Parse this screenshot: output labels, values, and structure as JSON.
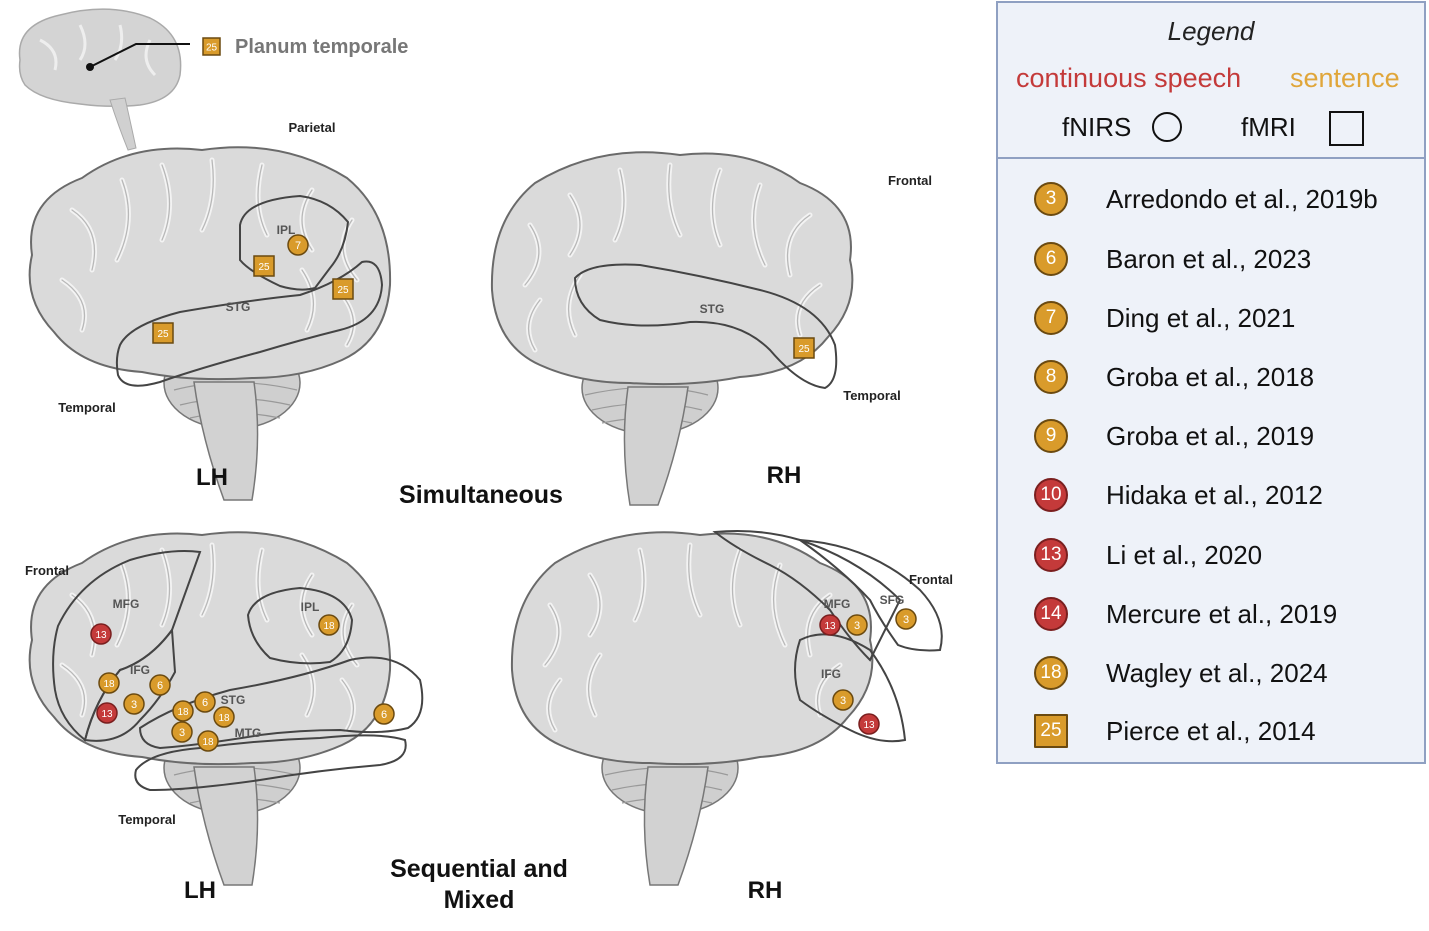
{
  "colors": {
    "continuous_speech": "#c43a3a",
    "sentence": "#d99b2b",
    "brain_fill": "#d8d8d8",
    "brain_outline": "#555555",
    "region_outline": "#444444",
    "legend_bg": "#eef2f9",
    "legend_border": "#8fa0c2"
  },
  "inset": {
    "label": "Planum temporale",
    "marker": {
      "number": "25",
      "shape": "square",
      "condition": "sentence"
    }
  },
  "panels": {
    "simultaneous": {
      "title": "Simultaneous",
      "lh": {
        "hemisphere_label": "LH",
        "lobe_labels": [
          "Parietal",
          "Temporal"
        ],
        "region_labels": [
          "IPL",
          "STG"
        ],
        "markers": [
          {
            "number": "7",
            "shape": "circle",
            "condition": "sentence",
            "region": "IPL"
          },
          {
            "number": "25",
            "shape": "square",
            "condition": "sentence",
            "region": "IPL"
          },
          {
            "number": "25",
            "shape": "square",
            "condition": "sentence",
            "region": "STG"
          },
          {
            "number": "25",
            "shape": "square",
            "condition": "sentence",
            "region": "STG"
          }
        ]
      },
      "rh": {
        "hemisphere_label": "RH",
        "lobe_labels": [
          "Frontal",
          "Temporal"
        ],
        "region_labels": [
          "STG"
        ],
        "markers": [
          {
            "number": "25",
            "shape": "square",
            "condition": "sentence",
            "region": "STG"
          }
        ]
      }
    },
    "sequential": {
      "title_line1": "Sequential and",
      "title_line2": "Mixed",
      "lh": {
        "hemisphere_label": "LH",
        "lobe_labels": [
          "Frontal",
          "Temporal"
        ],
        "region_labels": [
          "MFG",
          "IFG",
          "IPL",
          "STG",
          "MTG"
        ],
        "markers": [
          {
            "number": "13",
            "shape": "circle",
            "condition": "continuous speech",
            "region": "MFG"
          },
          {
            "number": "18",
            "shape": "circle",
            "condition": "sentence",
            "region": "IPL"
          },
          {
            "number": "18",
            "shape": "circle",
            "condition": "sentence",
            "region": "IFG"
          },
          {
            "number": "6",
            "shape": "circle",
            "condition": "sentence",
            "region": "IFG"
          },
          {
            "number": "13",
            "shape": "circle",
            "condition": "continuous speech",
            "region": "IFG"
          },
          {
            "number": "3",
            "shape": "circle",
            "condition": "sentence",
            "region": "IFG"
          },
          {
            "number": "6",
            "shape": "circle",
            "condition": "sentence",
            "region": "STG"
          },
          {
            "number": "18",
            "shape": "circle",
            "condition": "sentence",
            "region": "STG"
          },
          {
            "number": "18",
            "shape": "circle",
            "condition": "sentence",
            "region": "STG"
          },
          {
            "number": "3",
            "shape": "circle",
            "condition": "sentence",
            "region": "MTG"
          },
          {
            "number": "18",
            "shape": "circle",
            "condition": "sentence",
            "region": "MTG"
          },
          {
            "number": "6",
            "shape": "circle",
            "condition": "sentence",
            "region": "STG"
          }
        ]
      },
      "rh": {
        "hemisphere_label": "RH",
        "lobe_labels": [
          "Frontal"
        ],
        "region_labels": [
          "MFG",
          "SFG",
          "IFG"
        ],
        "markers": [
          {
            "number": "13",
            "shape": "circle",
            "condition": "continuous speech",
            "region": "MFG"
          },
          {
            "number": "3",
            "shape": "circle",
            "condition": "sentence",
            "region": "MFG"
          },
          {
            "number": "3",
            "shape": "circle",
            "condition": "sentence",
            "region": "SFG"
          },
          {
            "number": "3",
            "shape": "circle",
            "condition": "sentence",
            "region": "IFG"
          },
          {
            "number": "13",
            "shape": "circle",
            "condition": "continuous speech",
            "region": "IFG"
          }
        ]
      }
    }
  },
  "legend": {
    "title": "Legend",
    "continuous_speech": "continuous speech",
    "sentence": "sentence",
    "fnirs": "fNIRS",
    "fmri": "fMRI",
    "references": [
      {
        "number": "3",
        "shape": "circle",
        "condition": "sentence",
        "text": "Arredondo et al., 2019b"
      },
      {
        "number": "6",
        "shape": "circle",
        "condition": "sentence",
        "text": "Baron et al., 2023"
      },
      {
        "number": "7",
        "shape": "circle",
        "condition": "sentence",
        "text": "Ding et al., 2021"
      },
      {
        "number": "8",
        "shape": "circle",
        "condition": "sentence",
        "text": "Groba et al., 2018"
      },
      {
        "number": "9",
        "shape": "circle",
        "condition": "sentence",
        "text": "Groba et al., 2019"
      },
      {
        "number": "10",
        "shape": "circle",
        "condition": "continuous speech",
        "text": "Hidaka et al., 2012"
      },
      {
        "number": "13",
        "shape": "circle",
        "condition": "continuous speech",
        "text": "Li et al., 2020"
      },
      {
        "number": "14",
        "shape": "circle",
        "condition": "continuous speech",
        "text": "Mercure et al., 2019"
      },
      {
        "number": "18",
        "shape": "circle",
        "condition": "sentence",
        "text": "Wagley et al., 2024"
      },
      {
        "number": "25",
        "shape": "square",
        "condition": "sentence",
        "text": "Pierce et al., 2014"
      }
    ]
  }
}
